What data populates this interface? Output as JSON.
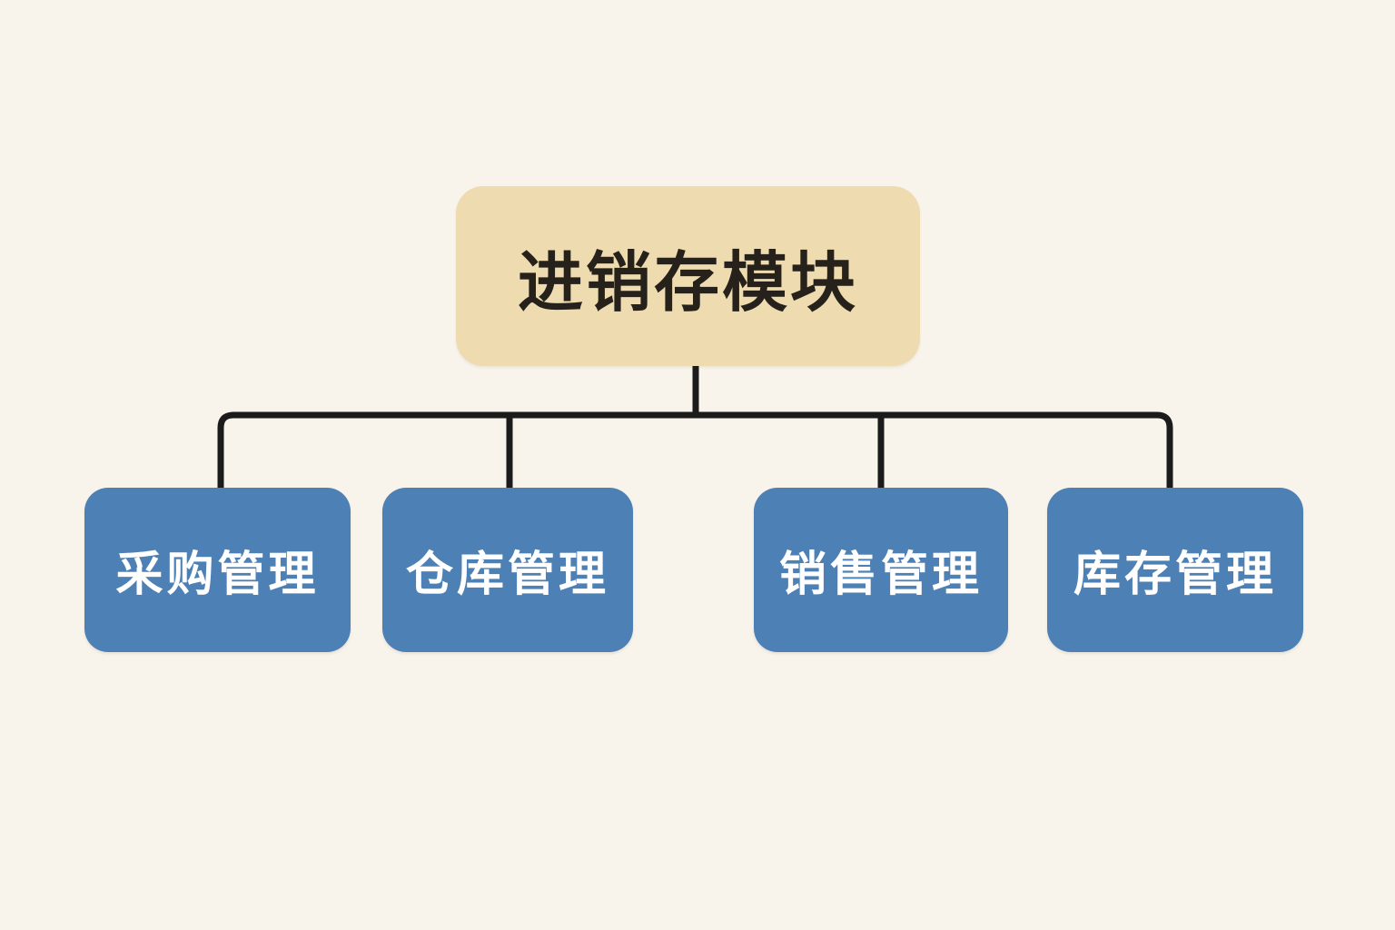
{
  "diagram": {
    "type": "flowchart-tree",
    "root": {
      "label": "进销存模块"
    },
    "children": [
      {
        "id": "purchase",
        "label": "采购管理"
      },
      {
        "id": "warehouse",
        "label": "仓库管理"
      },
      {
        "id": "sales",
        "label": "销售管理"
      },
      {
        "id": "inventory",
        "label": "库存管理"
      }
    ],
    "colors": {
      "background": "#f8f4ec",
      "root_fill": "#eedbaf",
      "root_text": "#26211a",
      "child_fill": "#4d80b4",
      "child_text": "#ffffff",
      "connector": "#1b1b1b"
    }
  }
}
